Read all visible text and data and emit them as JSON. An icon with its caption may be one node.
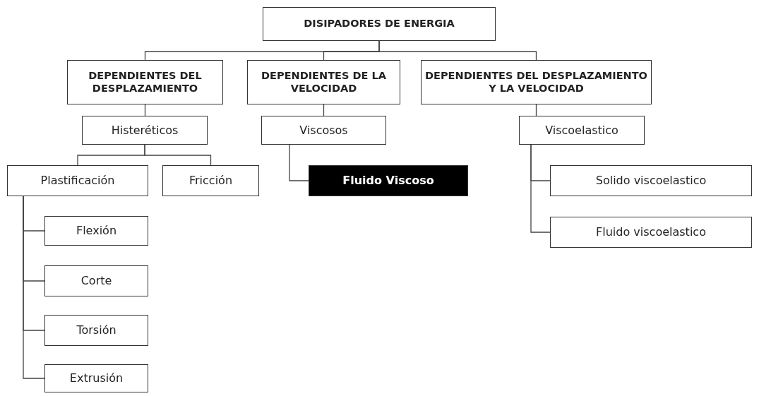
{
  "diagram": {
    "nodes": [
      {
        "text": [
          "DISIPADORES DE ENERGIA"
        ]
      },
      {
        "text": [
          "DEPENDIENTES DEL DESPLAZAMIENTO"
        ]
      },
      {
        "text": [
          "DEPENDIENTES DE LA VELOCIDAD"
        ]
      },
      {
        "text": [
          "DEPENDIENTES DEL DESPLAZAMIENTO Y LA VELOCIDAD"
        ]
      },
      {
        "text": [
          "Histeréticos"
        ]
      },
      {
        "text": [
          "Viscosos"
        ]
      },
      {
        "text": [
          "Viscoelastico"
        ]
      },
      {
        "text": [
          "Plastificación"
        ]
      },
      {
        "text": [
          "Fricción"
        ]
      },
      {
        "text": [
          "Fluido Viscoso"
        ]
      },
      {
        "text": [
          "Solido viscoelastico"
        ]
      },
      {
        "text": [
          "Fluido viscoelastico"
        ]
      },
      {
        "text": [
          "Flexión"
        ]
      },
      {
        "text": [
          "Corte"
        ]
      },
      {
        "text": [
          "Torsión"
        ]
      },
      {
        "text": [
          "Extrusión"
        ]
      }
    ],
    "edges": [
      {
        "from": 0,
        "to": 1,
        "arrow": "none"
      },
      {
        "from": 0,
        "to": 2,
        "arrow": "none"
      },
      {
        "from": 0,
        "to": 3,
        "arrow": "none"
      },
      {
        "from": 1,
        "to": 4,
        "arrow": "none"
      },
      {
        "from": 2,
        "to": 5,
        "arrow": "none"
      },
      {
        "from": 3,
        "to": 6,
        "arrow": "none"
      },
      {
        "from": 4,
        "to": 7,
        "arrow": "none"
      },
      {
        "from": 4,
        "to": 8,
        "arrow": "none"
      },
      {
        "from": 5,
        "to": 9,
        "arrow": "none"
      },
      {
        "from": 6,
        "to": 10,
        "arrow": "none"
      },
      {
        "from": 6,
        "to": 11,
        "arrow": "none"
      },
      {
        "from": 7,
        "to": 12,
        "arrow": "none"
      },
      {
        "from": 7,
        "to": 13,
        "arrow": "none"
      },
      {
        "from": 7,
        "to": 14,
        "arrow": "none"
      },
      {
        "from": 7,
        "to": 15,
        "arrow": "none"
      }
    ]
  }
}
